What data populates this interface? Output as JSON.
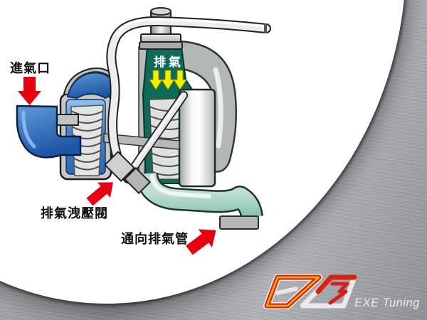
{
  "diagram": {
    "labels": {
      "intake": "進氣口",
      "exhaust": "排氣",
      "wastegate_valve": "排氣洩壓閥",
      "to_exhaust_pipe": "通向排氣管"
    },
    "icons": {
      "intake_arrow": "red-down-arrow",
      "exhaust_flow_arrows": "three-yellow-down-arrows",
      "wastegate_arrow": "red-up-right-arrow",
      "exhaust_pipe_arrow": "red-up-right-arrow"
    },
    "colors": {
      "label_red": "#e60012",
      "exhaust_green": "#0f6b58",
      "flow_yellow": "#f2ee00",
      "intake_blue": "#2e6fc0",
      "pipe_teal": "#8fc7b4",
      "metal_gray": "#97999c",
      "panel_white": "#ffffff"
    }
  },
  "branding": {
    "tagline": "EXE Tuning"
  }
}
